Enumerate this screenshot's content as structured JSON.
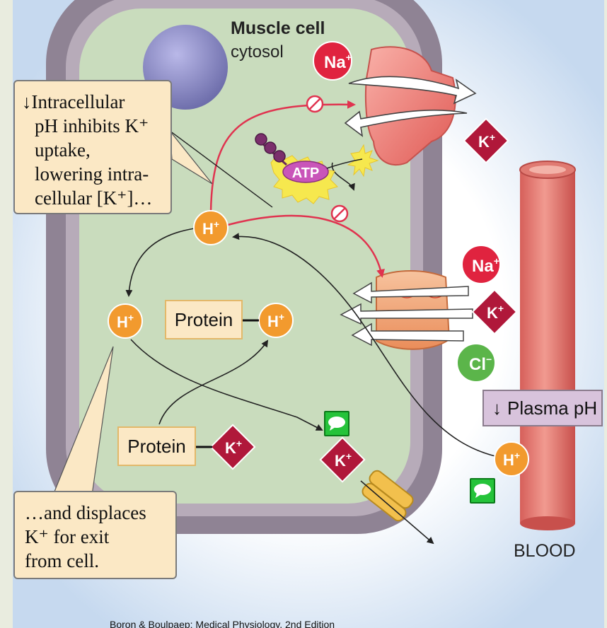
{
  "labels": {
    "muscle_cell": "Muscle cell",
    "cytosol": "cytosol",
    "blood": "BLOOD",
    "plasma_ph": "Plasma pH",
    "plasma_arrow": "↓",
    "protein_top": "Protein",
    "protein_bottom": "Protein",
    "atp": "ATP",
    "credit": "Boron & Boulpaep: Medical Physiology, 2nd Edition"
  },
  "callout_top": {
    "lines": [
      "↓Intracellular",
      "pH inhibits K⁺",
      "uptake,",
      "lowering intra-",
      "cellular [K⁺]…"
    ]
  },
  "callout_bottom": {
    "lines": [
      "…and displaces",
      "K⁺ for exit",
      "from cell."
    ]
  },
  "ions": {
    "na_top": {
      "symbol": "Na",
      "charge": "+"
    },
    "na_mid": {
      "symbol": "Na",
      "charge": "+"
    },
    "k_pump": {
      "symbol": "K",
      "charge": "+"
    },
    "k_cotransport": {
      "symbol": "K",
      "charge": "+"
    },
    "cl": {
      "symbol": "Cl",
      "charge": "−"
    },
    "h_center": {
      "symbol": "H",
      "charge": "+"
    },
    "h_left": {
      "symbol": "H",
      "charge": "+"
    },
    "h_protein": {
      "symbol": "H",
      "charge": "+"
    },
    "h_blood": {
      "symbol": "H",
      "charge": "+"
    },
    "k_protein": {
      "symbol": "K",
      "charge": "+"
    },
    "k_channel": {
      "symbol": "K",
      "charge": "+"
    }
  },
  "colors": {
    "cell_membrane": "#8f8394",
    "cytosol": "#c9dcbd",
    "proton": "#f29a2e",
    "sodium": "#e0233f",
    "potassium": "#b0183a",
    "chloride": "#5bb54a",
    "inhibit_red": "#e0334f",
    "blood_vessel": "#e8837b",
    "callout_fill": "#fbe8c5"
  }
}
